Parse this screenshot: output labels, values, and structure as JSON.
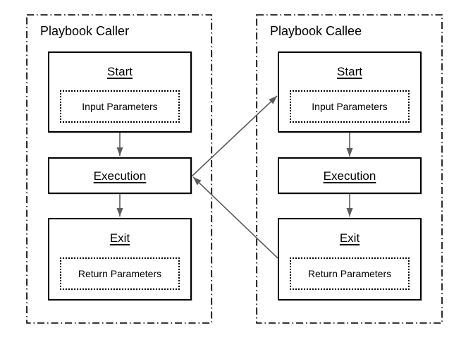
{
  "diagram": {
    "type": "flowchart",
    "containers": [
      {
        "id": "playbook-caller",
        "title": "Playbook Caller",
        "nodes": [
          {
            "id": "caller-start",
            "label": "Start",
            "param_label": "Input Parameters"
          },
          {
            "id": "caller-execution",
            "label": "Execution"
          },
          {
            "id": "caller-exit",
            "label": "Exit",
            "param_label": "Return Parameters"
          }
        ]
      },
      {
        "id": "playbook-callee",
        "title": "Playbook Callee",
        "nodes": [
          {
            "id": "callee-start",
            "label": "Start",
            "param_label": "Input Parameters"
          },
          {
            "id": "callee-execution",
            "label": "Execution"
          },
          {
            "id": "callee-exit",
            "label": "Exit",
            "param_label": "Return Parameters"
          }
        ]
      }
    ],
    "edges": [
      {
        "from": "caller-start",
        "to": "caller-execution"
      },
      {
        "from": "caller-execution",
        "to": "caller-exit"
      },
      {
        "from": "callee-start",
        "to": "callee-execution"
      },
      {
        "from": "callee-execution",
        "to": "callee-exit"
      },
      {
        "from": "caller-execution",
        "to": "callee-start"
      },
      {
        "from": "callee-exit",
        "to": "caller-execution"
      }
    ],
    "colors": {
      "box_border": "#000000",
      "container_border": "#000000",
      "arrow": "#5b5b5b",
      "text": "#000000",
      "background": "#ffffff"
    }
  }
}
